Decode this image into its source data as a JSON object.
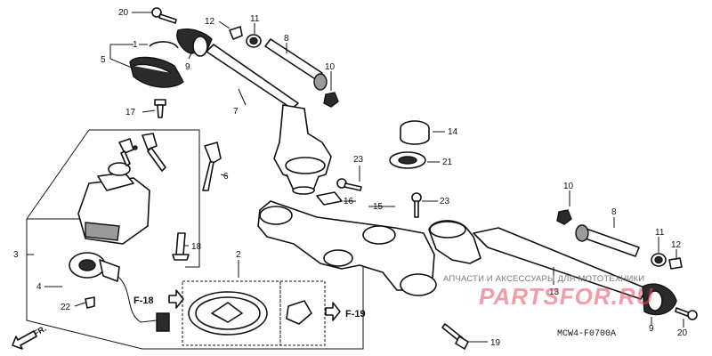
{
  "callouts": {
    "p1": "1",
    "p2": "2",
    "p3": "3",
    "p4": "4",
    "p5": "5",
    "p6": "6",
    "p7": "7",
    "p8a": "8",
    "p8b": "8",
    "p9a": "9",
    "p9b": "9",
    "p10a": "10",
    "p10b": "10",
    "p11a": "11",
    "p11b": "11",
    "p12a": "12",
    "p12b": "12",
    "p13": "13",
    "p14": "14",
    "p15": "15",
    "p16": "16",
    "p17": "17",
    "p18": "18",
    "p19": "19",
    "p20a": "20",
    "p20b": "20",
    "p21": "21",
    "p22": "22",
    "p23a": "23",
    "p23b": "23"
  },
  "refs": {
    "f18": "F-18",
    "f19": "F-19",
    "fr": "FR."
  },
  "diagram_code": "MCW4-F0700A",
  "watermark": {
    "text": "АПЧАСТИ И АКСЕССУАРЫ ДЛЯ МОТОТЕХНИКИ",
    "logo": "PARTSFOR.RU"
  },
  "icons": [
    "fr-arrow-icon",
    "f18-arrow-icon",
    "f19-arrow-icon",
    "key-icon",
    "bolt-icon"
  ]
}
